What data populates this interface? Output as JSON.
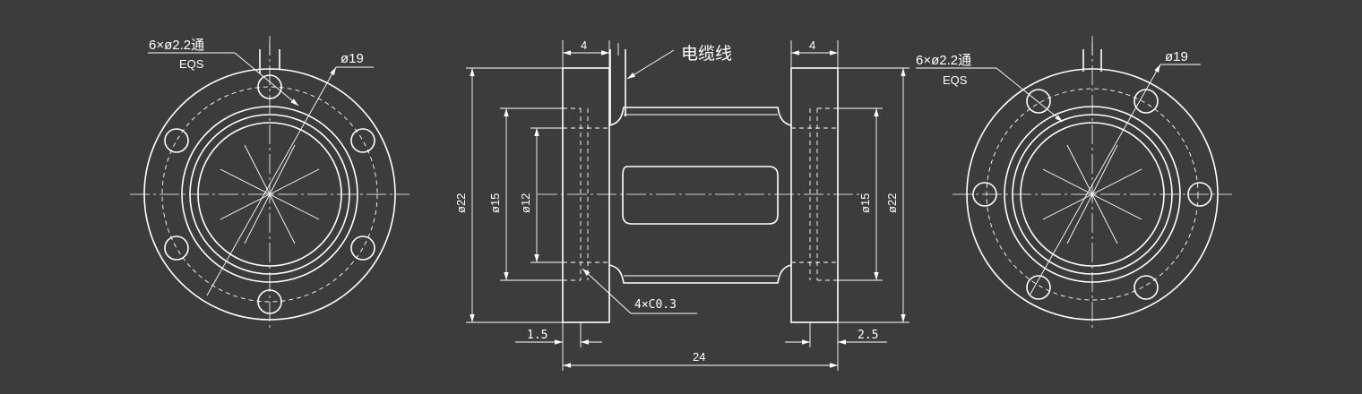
{
  "left_view": {
    "holes_callout": "6×ø2.2通",
    "holes_sub": "EQS",
    "pcd_label": "ø19"
  },
  "side_view": {
    "cable_label": "电缆线",
    "flange_thickness_left": "4",
    "flange_thickness_right": "4",
    "dia_outer_left": "ø22",
    "dia_spigot_left": "ø15",
    "dia_bore": "ø12",
    "dia_spigot_right": "ø15",
    "dia_outer_right": "ø22",
    "chamfer_callout": "4×C0.3",
    "spigot_left": "1.5",
    "spigot_right": "2.5",
    "overall_length": "24"
  },
  "right_view": {
    "holes_callout": "6×ø2.2通",
    "holes_sub": "EQS",
    "pcd_label": "ø19"
  },
  "colors": {
    "background": "#3c3c3c",
    "line": "#ffffff"
  }
}
